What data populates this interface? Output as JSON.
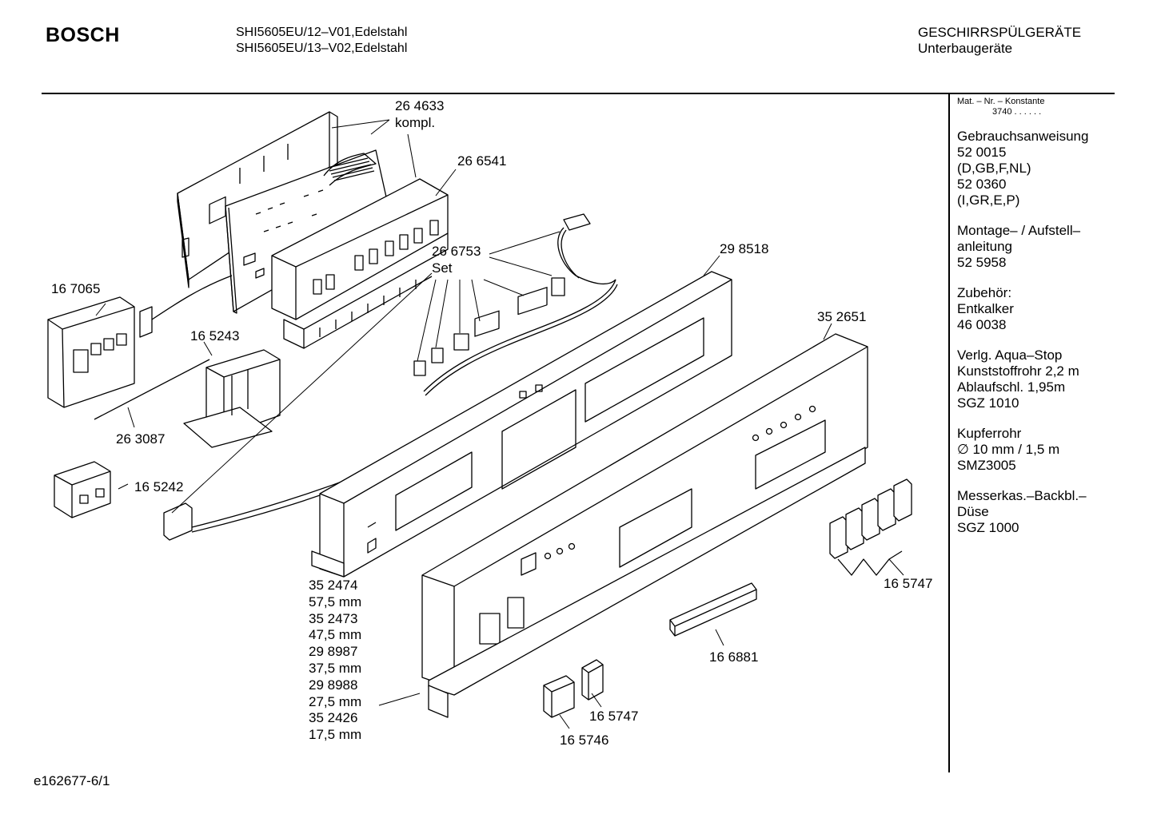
{
  "header": {
    "brand": "BOSCH",
    "models": [
      "SHI5605EU/12–V01,Edelstahl",
      "SHI5605EU/13–V02,Edelstahl"
    ],
    "category": [
      "GESCHIRRSPÜLGERÄTE",
      "Unterbaugeräte"
    ]
  },
  "sidebar": {
    "mat_label": "Mat. – Nr. – Konstante",
    "mat_value": "3740 . . . . . .",
    "groups": [
      [
        "Gebrauchsanweisung",
        "52 0015",
        "(D,GB,F,NL)",
        "52 0360",
        "(I,GR,E,P)"
      ],
      [
        "Montage– / Aufstell–",
        "anleitung",
        "52 5958"
      ],
      [
        "Zubehör:",
        "Entkalker",
        "46 0038"
      ],
      [
        "Verlg. Aqua–Stop",
        "Kunststoffrohr 2,2 m",
        "Ablaufschl. 1,95m",
        "SGZ 1010"
      ],
      [
        "Kupferrohr",
        "∅ 10 mm / 1,5 m",
        "SMZ3005"
      ],
      [
        "Messerkas.–Backbl.–",
        "Düse",
        "SGZ 1000"
      ]
    ]
  },
  "parts": {
    "p264633": [
      "26 4633",
      "kompl."
    ],
    "p266541": "26 6541",
    "p266753": [
      "26 6753",
      "Set"
    ],
    "p298518": "29 8518",
    "p167065": "16 7065",
    "p165243": "16 5243",
    "p263087": "26 3087",
    "p165242": "16 5242",
    "p352651": "35 2651",
    "p165747a": "16 5747",
    "p166881": "16 6881",
    "p165747b": "16 5747",
    "p165746": "16 5746",
    "variants": [
      "35 2474",
      "57,5 mm",
      "35 2473",
      "47,5 mm",
      "29 8987",
      "37,5 mm",
      "29 8988",
      "27,5 mm",
      "35 2426",
      "17,5 mm"
    ]
  },
  "footer": {
    "code": "e162677-6/1"
  }
}
